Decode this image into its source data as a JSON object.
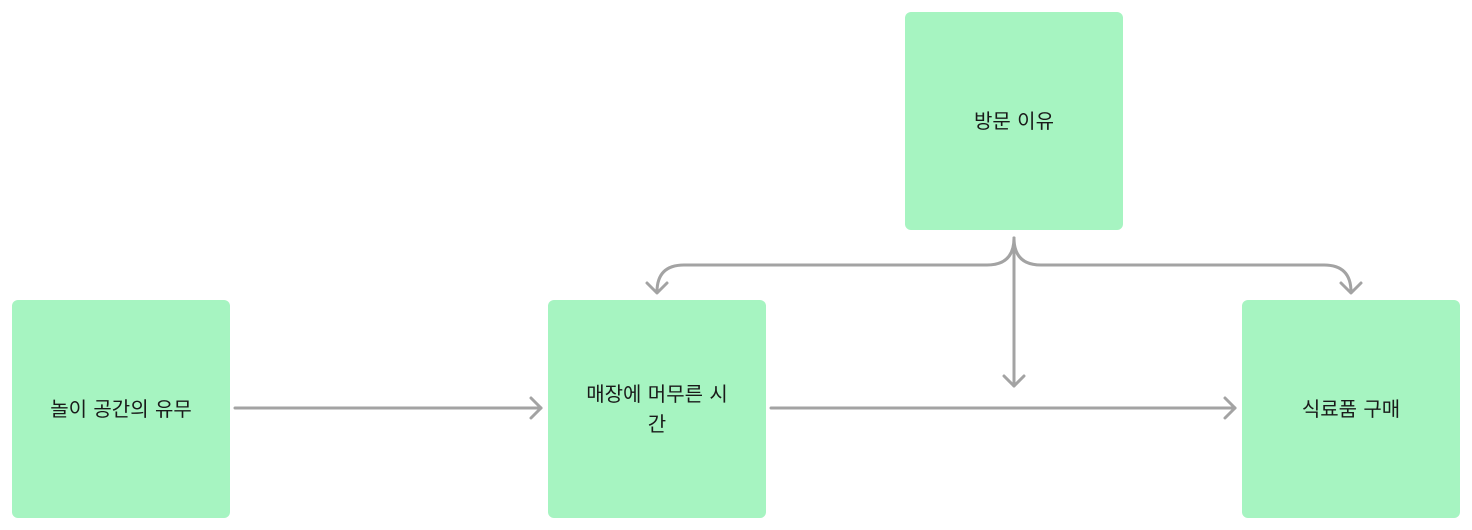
{
  "diagram": {
    "nodes": {
      "play_space": {
        "label": "놀이 공간의 유무"
      },
      "stay_time": {
        "label": "매장에 머무른 시간"
      },
      "grocery_purchase": {
        "label": "식료품 구매"
      },
      "visit_reason": {
        "label": "방문 이유"
      }
    },
    "edges": [
      {
        "from": "play_space",
        "to": "stay_time"
      },
      {
        "from": "stay_time",
        "to": "grocery_purchase"
      },
      {
        "from": "visit_reason",
        "to": "stay_time"
      },
      {
        "from": "visit_reason",
        "to": "grocery_purchase"
      },
      {
        "from": "visit_reason",
        "to": "edge:stay_time->grocery_purchase"
      }
    ],
    "colors": {
      "node_fill": "#a6f4c1",
      "edge_stroke": "#a3a3a3",
      "text": "#1a1a1a"
    }
  }
}
